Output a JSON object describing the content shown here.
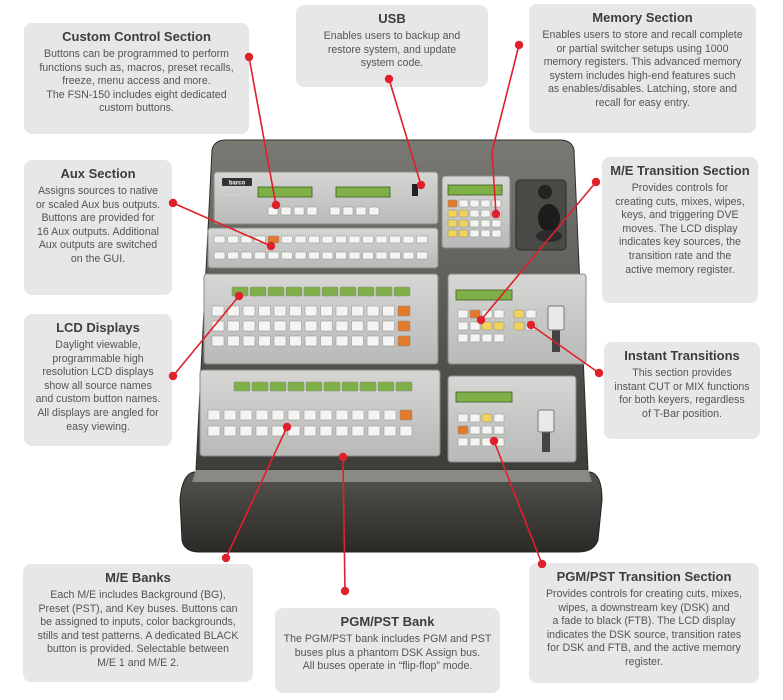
{
  "panel": {
    "brand": "barco",
    "model": "FSN-150"
  },
  "callouts": [
    {
      "id": "custom-control-section",
      "title": "Custom Control Section",
      "lines": [
        "Buttons can be programmed to perform",
        "functions such as, macros, preset recalls,",
        "freeze, menu access and more.",
        "The FSN-150 includes eight dedicated",
        "custom buttons."
      ]
    },
    {
      "id": "usb",
      "title": "USB",
      "lines": [
        "Enables users to backup and",
        "restore system, and update",
        "system code."
      ]
    },
    {
      "id": "memory-section",
      "title": "Memory Section",
      "lines": [
        "Enables users to store and recall complete",
        "or partial switcher setups using 1000",
        "memory registers. This advanced memory",
        "system includes high-end features such",
        "as enables/disables. Latching, store and",
        "recall for easy entry."
      ]
    },
    {
      "id": "aux-section",
      "title": "Aux Section",
      "lines": [
        "Assigns sources to native",
        "or scaled Aux bus outputs.",
        "Buttons are provided for",
        "16 Aux outputs. Additional",
        "Aux outputs are switched",
        "on the GUI."
      ]
    },
    {
      "id": "me-transition-section",
      "title": "M/E Transition Section",
      "lines": [
        "Provides controls for",
        "creating cuts, mixes, wipes,",
        "keys, and triggering DVE",
        "moves. The LCD display",
        "indicates key sources, the",
        "transition rate and the",
        "active memory register."
      ]
    },
    {
      "id": "lcd-displays",
      "title": "LCD Displays",
      "lines": [
        "Daylight viewable,",
        "programmable high",
        "resolution LCD displays",
        "show all  source names",
        "and custom button names.",
        "All displays are angled for",
        "easy viewing."
      ]
    },
    {
      "id": "instant-transitions",
      "title": "Instant Transitions",
      "lines": [
        "This section provides",
        "instant CUT or MIX functions",
        "for both keyers, regardless",
        "of T-Bar position."
      ]
    },
    {
      "id": "me-banks",
      "title": "M/E Banks",
      "lines": [
        "Each M/E includes Background (BG),",
        "Preset (PST), and Key buses. Buttons can",
        "be assigned to inputs, color backgrounds,",
        "stills and test patterns. A dedicated BLACK",
        "button is provided. Selectable between",
        "M/E 1 and M/E 2."
      ]
    },
    {
      "id": "pgm-pst-bank",
      "title": "PGM/PST Bank",
      "lines": [
        "The PGM/PST bank includes PGM and PST",
        "buses plus a phantom DSK Assign bus.",
        "All buses operate in “flip-flop” mode."
      ]
    },
    {
      "id": "pgm-pst-transition-section",
      "title": "PGM/PST Transition Section",
      "lines": [
        "Provides controls for creating cuts, mixes,",
        "wipes, a downstream key (DSK) and",
        "a fade to black (FTB).  The LCD display",
        "indicates the DSK source, transition rates",
        "for DSK and FTB, and the active memory",
        "register."
      ]
    }
  ],
  "colors": {
    "callout_bg": "#e7e7e7",
    "callout_text": "#555555",
    "leader_red": "#e0202a",
    "panel_body": "#66655f",
    "panel_face": "#cacaca",
    "lcd_green": "#7fb048",
    "button_orange": "#e27a2a",
    "button_yellow": "#efd35a"
  }
}
